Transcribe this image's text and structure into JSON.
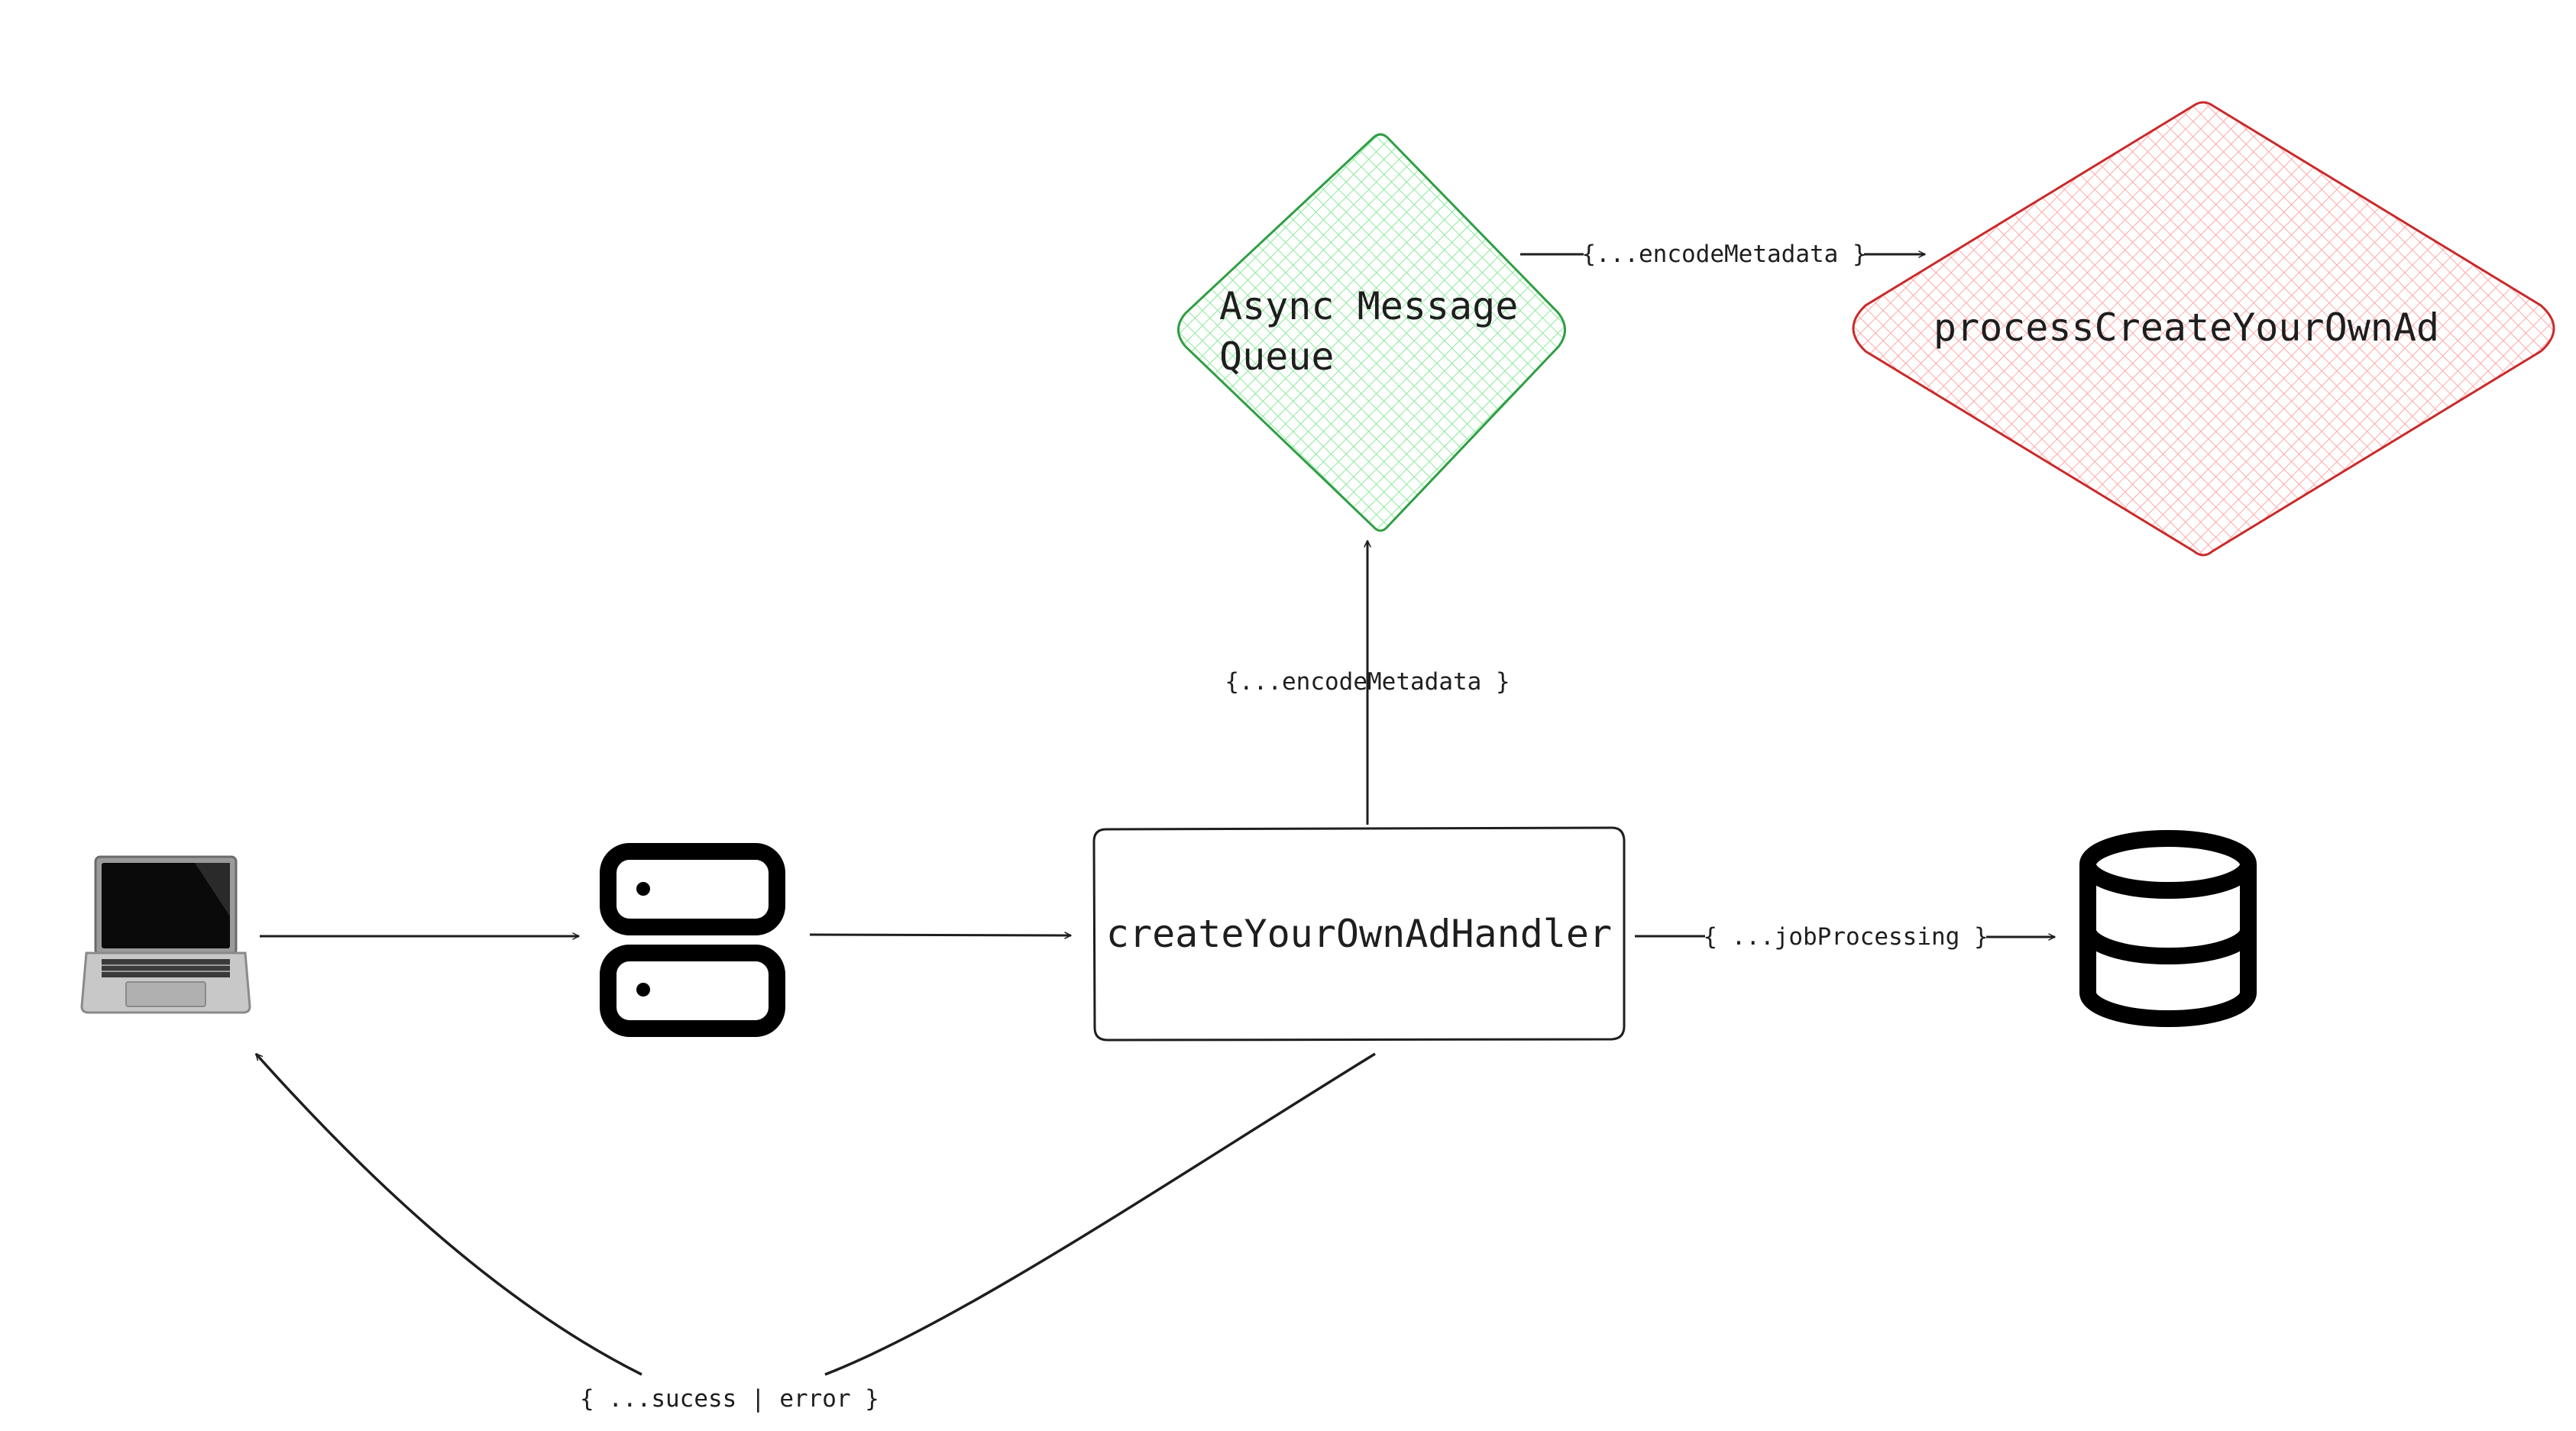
{
  "nodes": {
    "handler": {
      "label": "createYourOwnAdHandler"
    },
    "queue": {
      "label_line1": "Async Message",
      "label_line2": "Queue",
      "color": "#2f9e44",
      "fill": "#b2f2bb"
    },
    "processor": {
      "label": "processCreateYourOwnAd",
      "color": "#c92a2a",
      "fill": "#ffc9c9"
    },
    "client": {
      "icon": "laptop-icon"
    },
    "server": {
      "icon": "server-icon"
    },
    "database": {
      "icon": "database-icon"
    }
  },
  "edges": {
    "handler_to_queue": "{...encodeMetadata }",
    "queue_to_processor": "{...encodeMetadata }",
    "handler_to_db": "{ ...jobProcessing }",
    "response": "{ ...sucess | error }"
  }
}
